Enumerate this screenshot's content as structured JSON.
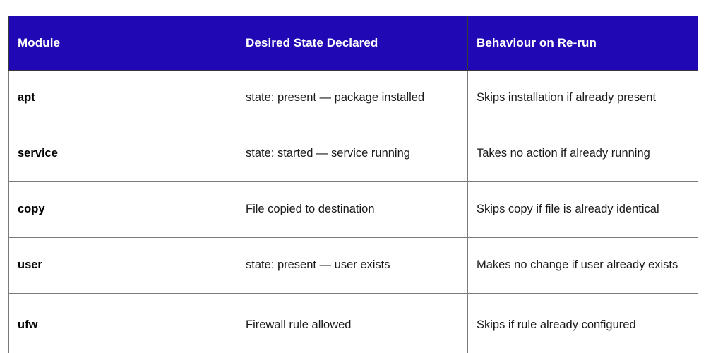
{
  "table": {
    "accent_color": "#2009B4",
    "header_text_color": "#ffffff",
    "border_color": "#7a7a7a",
    "columns": [
      "Module",
      "Desired State Declared",
      "Behaviour on Re-run"
    ],
    "rows": [
      {
        "module": "apt",
        "desired_state": "state: present — package installed",
        "behaviour": "Skips installation if already present"
      },
      {
        "module": "service",
        "desired_state": "state: started — service running",
        "behaviour": "Takes no action if already running"
      },
      {
        "module": "copy",
        "desired_state": "File copied to destination",
        "behaviour": "Skips copy if file is already identical"
      },
      {
        "module": "user",
        "desired_state": "state: present — user exists",
        "behaviour": "Makes no change if user already exists"
      },
      {
        "module": "ufw",
        "desired_state": "Firewall rule allowed",
        "behaviour": "Skips if rule already configured"
      }
    ]
  }
}
